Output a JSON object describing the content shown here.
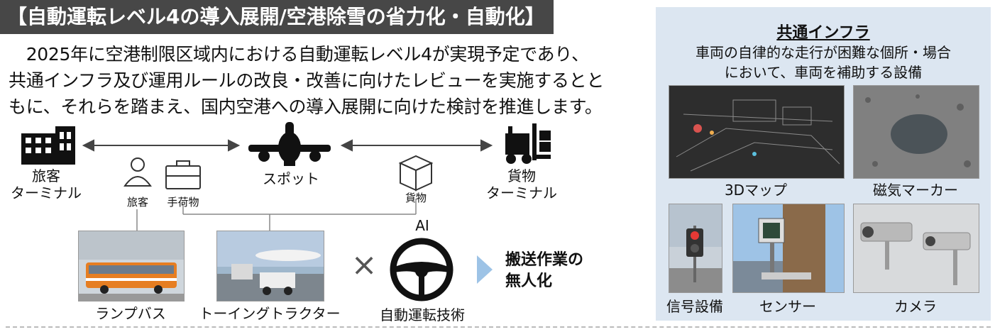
{
  "header": {
    "title": "【自動運転レベル4の導入展開/空港除雪の省力化・自動化】"
  },
  "intro": {
    "text": "　2025年に空港制限区域内における自動運転レベル4が実現予定であり、\n共通インフラ及び運用ルールの改良・改善に向けたレビューを実施するとと\nもに、それらを踏まえ、国内空港への導入展開に向けた検討を推進します。"
  },
  "diagram": {
    "passenger_terminal": "旅客\nターミナル",
    "spot": "スポット",
    "cargo_terminal": "貨物\nターミナル",
    "passenger": "旅客",
    "baggage": "手荷物",
    "cargo": "貨物",
    "ramp_bus": "ランプバス",
    "towing_tractor": "トーイングトラクター",
    "times": "×",
    "ai": "AI",
    "autonomous_driving": "自動運転技術",
    "result": "搬送作業の\n無人化"
  },
  "infra": {
    "title": "共通インフラ",
    "description": "車両の自律的な走行が困難な個所・場合\nにおいて、車両を補助する設備",
    "items": [
      "3Dマップ",
      "磁気マーカー",
      "信号設備",
      "センサー",
      "カメラ"
    ]
  },
  "colors": {
    "title_bg": "#474747",
    "panel_bg": "#dce6f1",
    "arrow": "#9dc3e6"
  }
}
